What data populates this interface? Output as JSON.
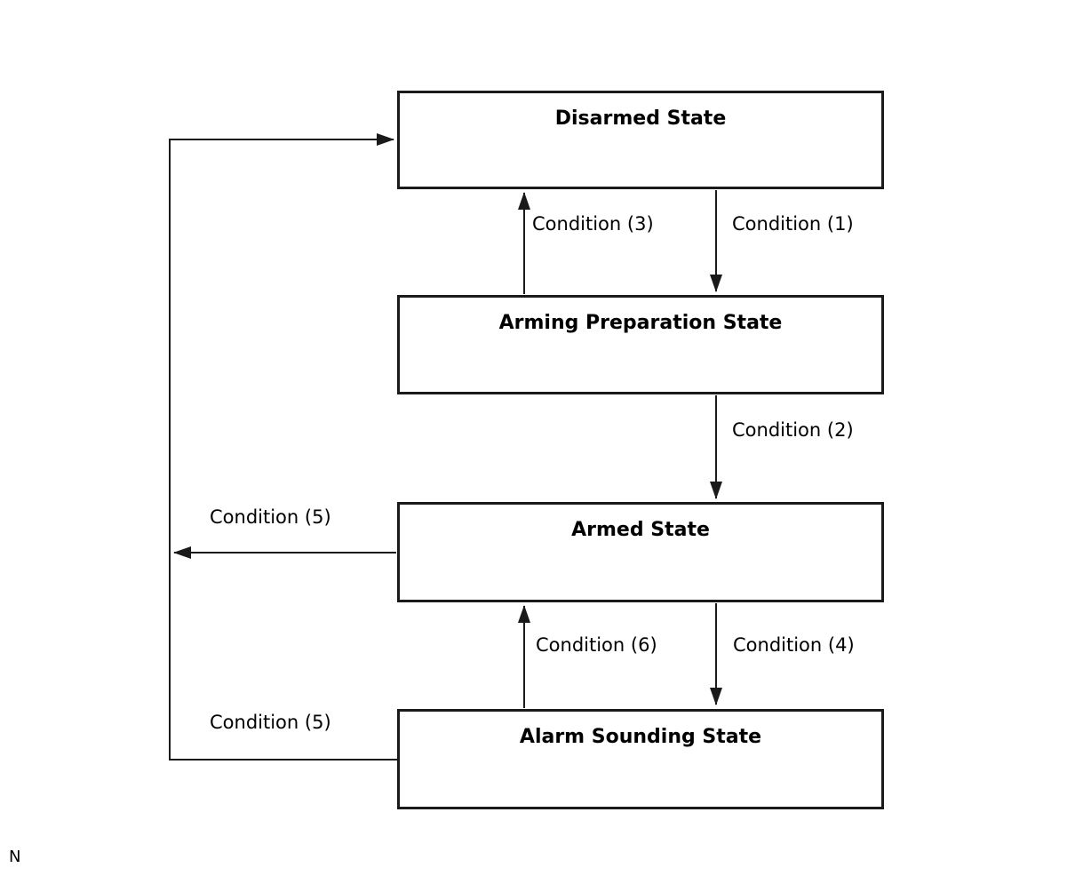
{
  "page": {
    "footnote": "N"
  },
  "diagram": {
    "type": "state-transition-diagram",
    "states": [
      {
        "label": "Disarmed State"
      },
      {
        "label": "Arming Preparation State"
      },
      {
        "label": "Armed State"
      },
      {
        "label": "Alarm Sounding State"
      }
    ],
    "transitions": [
      {
        "label": "Condition (1)",
        "from": "Disarmed State",
        "to": "Arming Preparation State",
        "direction": "down"
      },
      {
        "label": "Condition (3)",
        "from": "Arming Preparation State",
        "to": "Disarmed State",
        "direction": "up"
      },
      {
        "label": "Condition (2)",
        "from": "Arming Preparation State",
        "to": "Armed State",
        "direction": "down"
      },
      {
        "label": "Condition (4)",
        "from": "Armed State",
        "to": "Alarm Sounding State",
        "direction": "down"
      },
      {
        "label": "Condition (6)",
        "from": "Alarm Sounding State",
        "to": "Armed State",
        "direction": "up"
      },
      {
        "label": "Condition (5)",
        "from": "Armed State",
        "to": "Disarmed State",
        "direction": "left-loop"
      },
      {
        "label": "Condition (5)",
        "from": "Alarm Sounding State",
        "to": "Disarmed State",
        "direction": "left-loop"
      }
    ],
    "colors": {
      "line": "#1a1a1a",
      "box_border": "#1a1a1a",
      "text": "#000000",
      "background": "#ffffff"
    }
  }
}
